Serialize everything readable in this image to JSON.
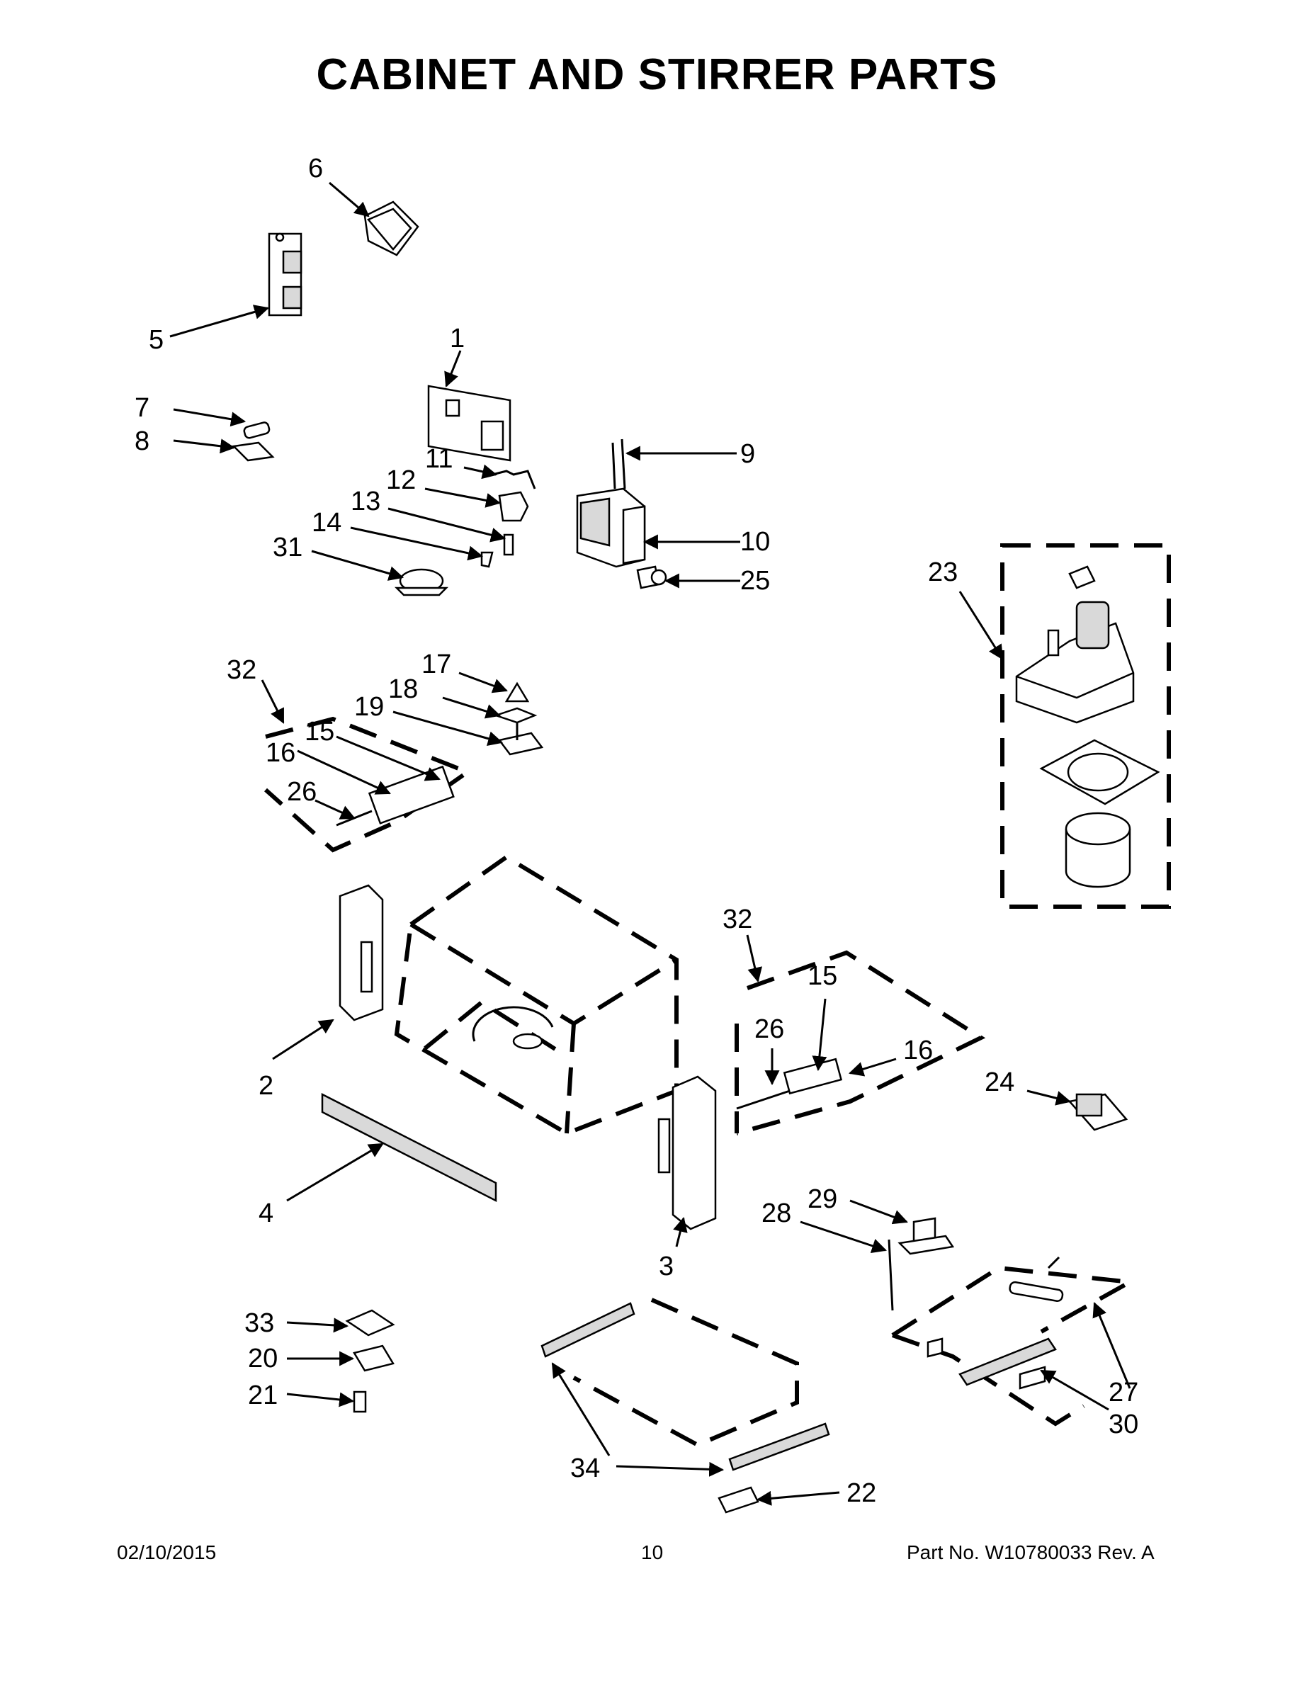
{
  "title": "CABINET AND STIRRER PARTS",
  "callouts": [
    "1",
    "2",
    "3",
    "4",
    "5",
    "6",
    "7",
    "8",
    "9",
    "10",
    "11",
    "12",
    "13",
    "14",
    "15",
    "16",
    "17",
    "18",
    "19",
    "20",
    "21",
    "22",
    "23",
    "24",
    "25",
    "26",
    "27",
    "28",
    "29",
    "30",
    "31",
    "32",
    "33",
    "34"
  ],
  "repeated_callouts": {
    "15": "15",
    "16": "16",
    "26": "26",
    "32": "32"
  },
  "footer": {
    "date": "02/10/2015",
    "page": "10",
    "part_no": "Part No.  W10780033  Rev.  A"
  }
}
